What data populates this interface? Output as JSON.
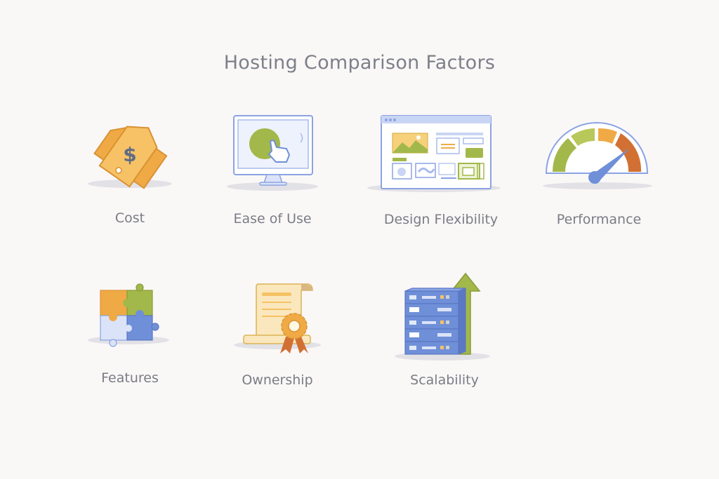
{
  "title": "Hosting Comparison Factors",
  "factors": [
    {
      "label": "Cost",
      "icon": "price-tag-icon"
    },
    {
      "label": "Ease of Use",
      "icon": "monitor-click-icon"
    },
    {
      "label": "Design Flexibility",
      "icon": "layout-editor-icon"
    },
    {
      "label": "Performance",
      "icon": "speedometer-icon"
    },
    {
      "label": "Features",
      "icon": "puzzle-icon"
    },
    {
      "label": "Ownership",
      "icon": "certificate-icon"
    },
    {
      "label": "Scalability",
      "icon": "server-growth-icon"
    }
  ],
  "colors": {
    "text": "#7a7d85",
    "blue": "#6f8fd8",
    "green": "#a3b84a",
    "orange": "#f0aa45",
    "red": "#d27034",
    "background": "#faf7f7"
  }
}
